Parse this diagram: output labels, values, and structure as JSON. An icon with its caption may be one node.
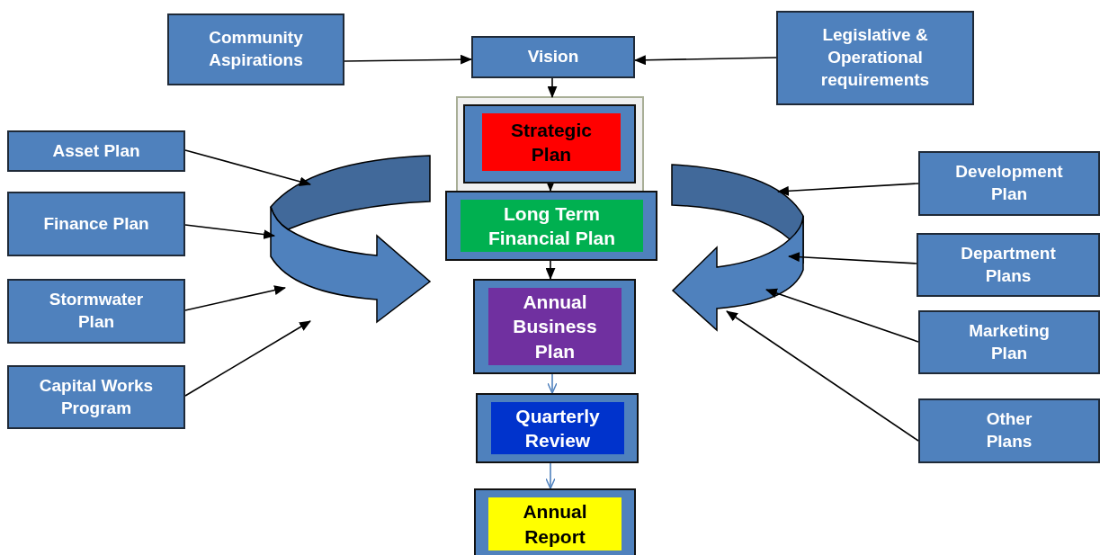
{
  "diagram": {
    "nodes": [
      {
        "text": [
          "Community Aspirations"
        ]
      },
      {
        "text": [
          "Vision"
        ]
      },
      {
        "text": [
          "Legislative & Operational requirements"
        ]
      },
      {
        "text": [
          "Asset Plan"
        ]
      },
      {
        "text": [
          "Strategic Plan"
        ]
      },
      {
        "text": [
          "Development Plan"
        ]
      },
      {
        "text": [
          "Finance Plan"
        ]
      },
      {
        "text": [],
        "shape": "arrow"
      },
      {
        "text": [
          "Long Term Financial Plan"
        ]
      },
      {
        "text": [],
        "shape": "arrow"
      },
      {
        "text": [
          "Department Plans"
        ]
      },
      {
        "text": [
          "Stormwater Plan"
        ]
      },
      {
        "text": [
          "Annual Business Plan"
        ]
      },
      {
        "text": [
          "Marketing Plan"
        ]
      },
      {
        "text": [
          "Capital Works Program"
        ]
      },
      {
        "text": [
          "Quarterly Review"
        ]
      },
      {
        "text": [
          "Other Plans"
        ]
      },
      {
        "text": [
          "Annual Report"
        ]
      }
    ],
    "edges": [
      {
        "from": 0,
        "to": 1,
        "arrow": "to"
      },
      {
        "from": 2,
        "to": 1,
        "arrow": "to"
      },
      {
        "from": 1,
        "to": 4,
        "arrow": "to"
      },
      {
        "from": 4,
        "to": 8,
        "arrow": "to"
      },
      {
        "from": 8,
        "to": 12,
        "arrow": "to"
      },
      {
        "from": 12,
        "to": 15,
        "arrow": "to",
        "color": "#4f81bd"
      },
      {
        "from": 15,
        "to": 17,
        "arrow": "to",
        "color": "#4f81bd"
      },
      {
        "from": 3,
        "to": 7,
        "arrow": "to"
      },
      {
        "from": 6,
        "to": 7,
        "arrow": "to"
      },
      {
        "from": 11,
        "to": 7,
        "arrow": "to"
      },
      {
        "from": 14,
        "to": 7,
        "arrow": "to"
      },
      {
        "from": 5,
        "to": 9,
        "arrow": "to"
      },
      {
        "from": 10,
        "to": 9,
        "arrow": "to"
      },
      {
        "from": 13,
        "to": 9,
        "arrow": "to"
      },
      {
        "from": 16,
        "to": 9,
        "arrow": "to"
      }
    ]
  }
}
